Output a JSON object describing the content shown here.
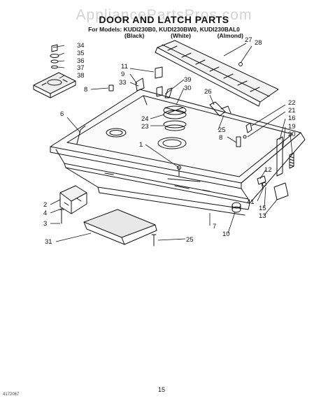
{
  "watermark": "AppliancePartsPros.com",
  "header": {
    "title": "DOOR AND LATCH PARTS",
    "models_line": "For Models: KUDI230B0, KUDI230BW0, KUDI230BAL0",
    "finishes": [
      "(Black)",
      "(White)",
      "(Almond)"
    ]
  },
  "callouts": {
    "c1": "1",
    "c2": "2",
    "c3": "3",
    "c4": "4",
    "c6": "6",
    "c7": "7",
    "c8a": "8",
    "c8b": "8",
    "c9": "9",
    "c10": "10",
    "c11": "11",
    "c12": "12",
    "c13": "13",
    "c15": "15",
    "c16": "16",
    "c19": "19",
    "c20": "20",
    "c21": "21",
    "c22": "22",
    "c23": "23",
    "c24": "24",
    "c25a": "25",
    "c25b": "25",
    "c26": "26",
    "c27": "27",
    "c28": "28",
    "c30": "30",
    "c31": "31",
    "c33": "33",
    "c34": "34",
    "c35": "35",
    "c36": "36",
    "c37": "37",
    "c38": "38",
    "c39": "39",
    "c41": "41"
  },
  "footer": {
    "doc_code": "4172067",
    "page": "15"
  }
}
